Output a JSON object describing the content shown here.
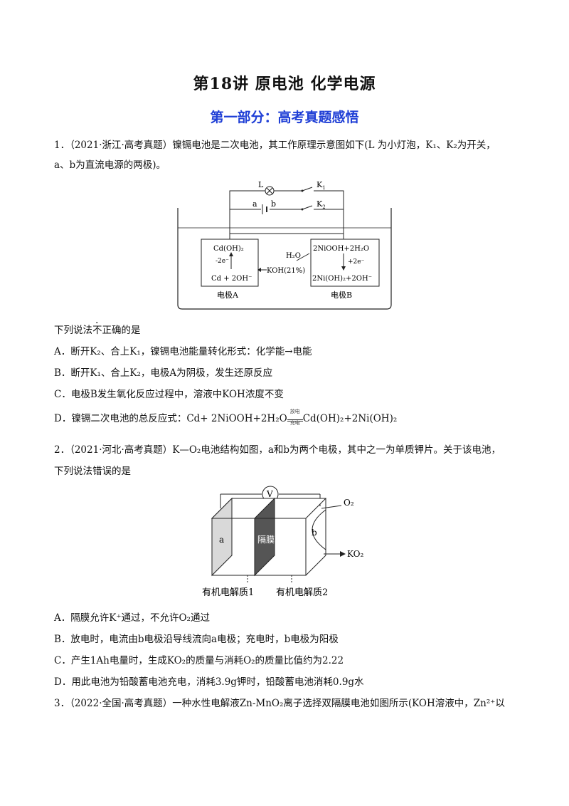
{
  "title": "第18讲    原电池    化学电源",
  "subtitle": "第一部分：高考真题感悟",
  "q1": {
    "line1": "1．（2021·浙江·高考真题）镍镉电池是二次电池，其工作原理示意图如下(L 为小灯泡，K₁、K₂为开关，",
    "line2": "a、b为直流电源的两极)。",
    "fig": {
      "L": "L",
      "K1": "K",
      "K1_sub": "1",
      "K2": "K",
      "K2_sub": "2",
      "a": "a",
      "b": "b",
      "left_top": "Cd(OH)₂",
      "left_mid": "-2e⁻",
      "left_bot": "Cd + 2OH⁻",
      "right_top": "2NiOOH+2H₂O",
      "right_mid": "+2e⁻",
      "right_bot": "2Ni(OH)₂+2OH⁻",
      "h2o": "H₂O",
      "koh": "KOH(21%)",
      "electrode_a": "电极A",
      "electrode_b": "电极B"
    },
    "stem_pre": "下列说法",
    "stem_em": "不正确",
    "stem_post": "的是",
    "optA": "A．断开K₂、合上K₁，镍镉电池能量转化形式：化学能→电能",
    "optB": "B．断开K₁、合上K₂，电极A为阴极，发生还原反应",
    "optC": "C．电极B发生氧化反应过程中，溶液中KOH浓度不变",
    "optD_pre": "D．镍镉二次电池的总反应式：Cd+ 2NiOOH+2H₂O",
    "optD_top": "放电",
    "optD_bot": "充电",
    "optD_post": "Cd(OH)₂+2Ni(OH)₂"
  },
  "q2": {
    "line1": "2．（2021·河北·高考真题）K—O₂电池结构如图，a和b为两个电极，其中之一为单质钾片。关于该电池，",
    "line2": "下列说法错误的是",
    "fig": {
      "V": "V",
      "a": "a",
      "membrane": "隔膜",
      "b": "b",
      "O2": "O₂",
      "KO2": "KO₂",
      "electrolyte1": "有机电解质1",
      "electrolyte2": "有机电解质2"
    },
    "optA": "A．隔膜允许K⁺通过，不允许O₂通过",
    "optB": "B．放电时，电流由b电极沿导线流向a电极；充电时，b电极为阳极",
    "optC": "C．产生1Ah电量时，生成KO₂的质量与消耗O₂的质量比值约为2.22",
    "optD": "D．用此电池为铅酸蓄电池充电，消耗3.9g钾时，铅酸蓄电池消耗0.9g水"
  },
  "q3": {
    "line1": "3．（2022·全国·高考真题）一种水性电解液Zn-MnO₂离子选择双隔膜电池如图所示(KOH溶液中，Zn²⁺以"
  }
}
